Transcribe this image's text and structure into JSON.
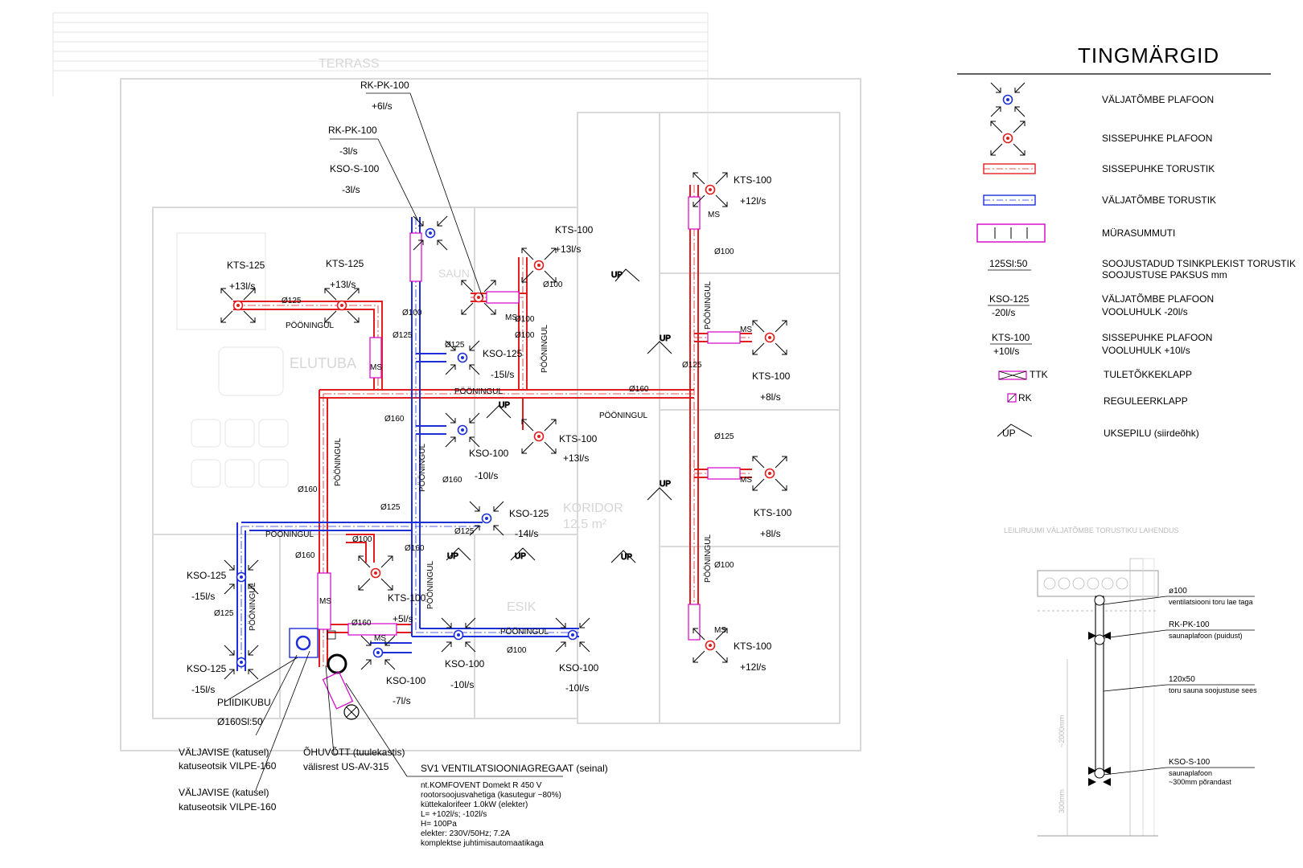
{
  "legend": {
    "title": "TINGMÄRGID",
    "items": [
      {
        "label": "VÄLJATÕMBE PLAFOON"
      },
      {
        "label": "SISSEPUHKE PLAFOON"
      },
      {
        "label": "SISSEPUHKE TORUSTIK"
      },
      {
        "label": "VÄLJATÕMBE TORUSTIK"
      },
      {
        "label": "MÜRASUMMUTI"
      },
      {
        "symbol": "125Sl:50",
        "label": "SOOJUSTADUD TSINKPLEKIST TORUSTIK",
        "label2": "SOOJUSTUSE PAKSUS mm"
      },
      {
        "symbol": "KSO-125",
        "symbol2": "-20l/s",
        "label": "VÄLJATÕMBE PLAFOON",
        "label2": "VOOLUHULK -20l/s"
      },
      {
        "symbol": "KTS-100",
        "symbol2": "+10l/s",
        "label": "SISSEPUHKE PLAFOON",
        "label2": "VOOLUHULK +10l/s"
      },
      {
        "symbol": "TTK",
        "label": "TULETÕKKEKLAPP"
      },
      {
        "symbol": "RK",
        "label": "REGULEERKLAPP"
      },
      {
        "symbol": "UP",
        "label": "UKSEPILU (siirdeõhk)"
      }
    ],
    "colors": {
      "supply": "#e31d1d",
      "exhaust": "#1d2fd9",
      "silencer": "#d400c8"
    }
  },
  "plan_labels": {
    "pooningul": "PÖÖNINGUL",
    "ms": "MS",
    "up": "UP",
    "d100": "Ø100",
    "d125": "Ø125",
    "d160": "Ø160",
    "rkpk100": "RK-PK-100",
    "p6": "+6l/s",
    "m3": "-3l/s",
    "kso_s_100": "KSO-S-100",
    "kts100": "KTS-100",
    "kts125": "KTS-125",
    "kso100": "KSO-100",
    "kso125": "KSO-125",
    "p13": "+13l/s",
    "p12": "+12l/s",
    "p8": "+8l/s",
    "p5": "+5l/s",
    "m15": "-15l/s",
    "m14": "-14l/s",
    "m10": "-10l/s",
    "m7": "-7l/s",
    "pliidikubu": "PLIIDIKUBU",
    "d160sl50": "Ø160Sl:50",
    "valjavise": "VÄLJAVISE (katusel)",
    "katuseotsik": "katuseotsik VILPE-160",
    "ohuvott": "ÕHUVÕTT (tuulekastis)",
    "valisrest": "välisrest US-AV-315"
  },
  "unit_spec": {
    "title": "SV1 VENTILATSIOONIAGREGAAT (seinal)",
    "lines": [
      "nt.KOMFOVENT Domekt R 450 V",
      "rootorsoojusvahetiga (kasutegur ~80%)",
      "küttekalorifeer 1.0kW (elekter)",
      "L= +102l/s; -102l/s",
      "H= 100Pa",
      "elekter: 230V/50Hz; 7.2A",
      "komplektse juhtimisautomaatikaga"
    ]
  },
  "room_labels": [
    "TERRASS",
    "ELUTUBA",
    "KORIDOR",
    "12.5 m²",
    "ESIK",
    "SAUN"
  ],
  "section": {
    "title": "LEILIRUUMI VÄLJATÕMBE TORUSTIKU LAHENDUS",
    "notes": [
      {
        "h": "ø100",
        "t": "ventilatsiooni toru lae taga"
      },
      {
        "h": "RK-PK-100",
        "t": "saunaplafoon (puidust)"
      },
      {
        "h": "120x50",
        "t": "toru sauna soojustuse sees"
      },
      {
        "h": "KSO-S-100",
        "t": "saunaplafoon",
        "t2": "~300mm põrandast"
      }
    ],
    "dim1": "~2000mm",
    "dim2": "300mm"
  }
}
